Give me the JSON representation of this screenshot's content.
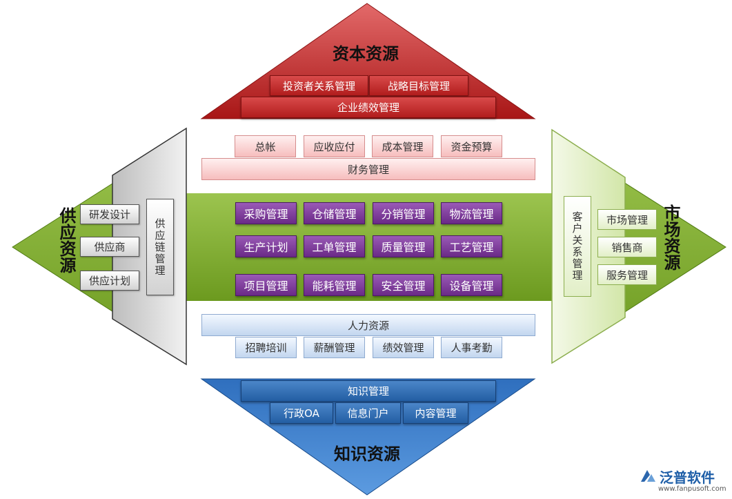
{
  "capital": {
    "title": "资本资源",
    "top_items": [
      "投资者关系管理",
      "战略目标管理"
    ],
    "bar": "企业绩效管理"
  },
  "finance": {
    "items": [
      "总帐",
      "应收应付",
      "成本管理",
      "资金预算"
    ],
    "bar": "财务管理"
  },
  "core": {
    "rows": [
      [
        "采购管理",
        "仓储管理",
        "分销管理",
        "物流管理"
      ],
      [
        "生产计划",
        "工单管理",
        "质量管理",
        "工艺管理"
      ],
      [
        "项目管理",
        "能耗管理",
        "安全管理",
        "设备管理"
      ]
    ]
  },
  "hr": {
    "bar": "人力资源",
    "items": [
      "招聘培训",
      "薪酬管理",
      "绩效管理",
      "人事考勤"
    ]
  },
  "knowledge": {
    "title": "知识资源",
    "bar": "知识管理",
    "items": [
      "行政OA",
      "信息门户",
      "内容管理"
    ]
  },
  "supply": {
    "title": "供应资源",
    "items": [
      "研发设计",
      "供应商",
      "供应计划"
    ],
    "chain": "供应链管理"
  },
  "market": {
    "title": "市场资源",
    "crm": "客户关系管理",
    "items": [
      "市场管理",
      "销售商",
      "服务管理"
    ]
  },
  "logo": {
    "brand": "泛普软件",
    "url": "www.fanpusoft.com"
  },
  "colors": {
    "red": "#b52020",
    "green": "#7aa52a",
    "purple": "#6f2f8f",
    "blue": "#2b66ad"
  }
}
